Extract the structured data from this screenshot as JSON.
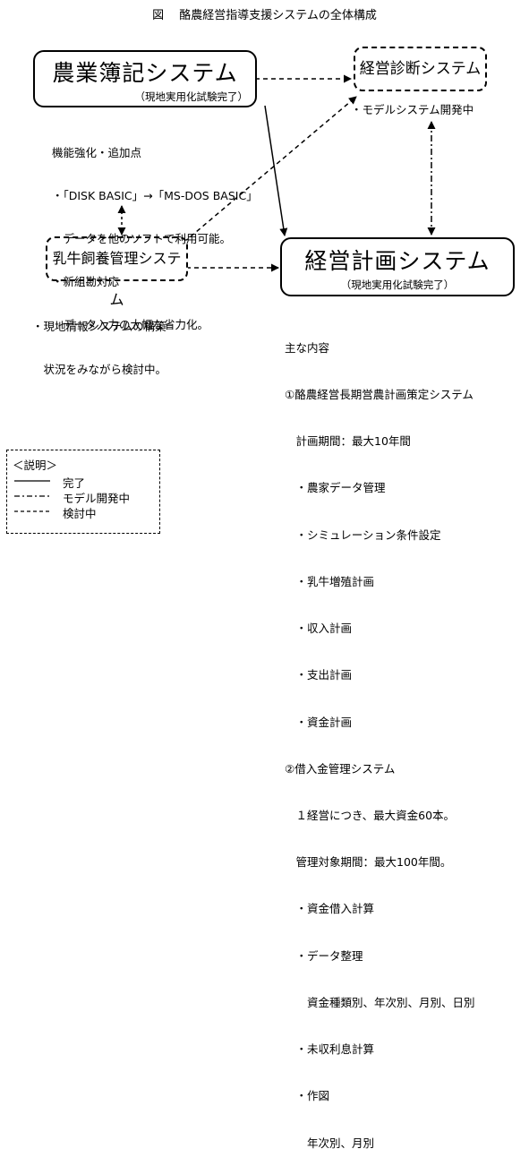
{
  "title": "図　 酪農経営指導支援システムの全体構成",
  "systems": {
    "nogyo_boki": {
      "name": "農業簿記システム",
      "status": "（現地実用化試験完了）"
    },
    "keiei_shindan": {
      "name": "経営診断システム"
    },
    "nyugyu_shiyo": {
      "name": "乳牛飼養管理システム"
    },
    "keiei_keikaku": {
      "name": "経営計画システム",
      "status": "（現地実用化試験完了）"
    }
  },
  "notes": {
    "nogyo_boki": [
      "機能強化・追加点",
      "・「DISK BASIC」→「MS-DOS BASIC」",
      "　データを他のソフトで利用可能。",
      "・新組勘対応",
      "　データ入力の大幅な省力化。"
    ],
    "keiei_shindan": "・モデルシステム開発中",
    "nyugyu_shiyo": [
      "・現地情報システムの構築",
      "　状況をみながら検討中。"
    ],
    "keiei_keikaku": [
      "主な内容",
      "①酪農経営長期営農計画策定システム",
      "　計画期間：最大10年間",
      "　・農家データ管理",
      "　・シミュレーション条件設定",
      "　・乳牛増殖計画",
      "　・収入計画",
      "　・支出計画",
      "　・資金計画",
      "②借入金管理システム",
      "　１経営につき、最大資金60本。",
      "　管理対象期間：最大100年間。",
      "　・資金借入計算",
      "　・データ整理",
      "　　資金種類別、年次別、月別、日別",
      "　・未収利息計算",
      "　・作図",
      "　　年次別、月別"
    ]
  },
  "legend": {
    "title": "＜説明＞",
    "items": [
      {
        "style": "solid",
        "label": "完了"
      },
      {
        "style": "dashdot",
        "label": "モデル開発中"
      },
      {
        "style": "dashed",
        "label": "検討中"
      }
    ]
  }
}
